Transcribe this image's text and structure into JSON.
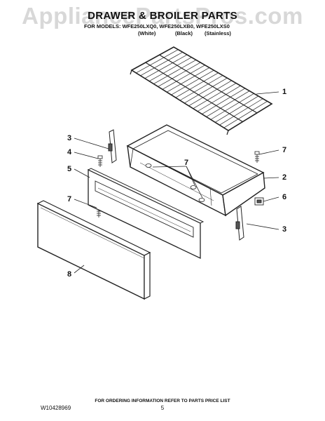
{
  "watermark": "AppliancePartsPros.com",
  "header": {
    "title": "DRAWER & BROILER PARTS",
    "models": "FOR MODELS: WFE250LXQ0, WFE250LXB0, WFE250LXS0",
    "colors": [
      "(White)",
      "(Black)",
      "(Stainless)"
    ]
  },
  "callouts": [
    "1",
    "2",
    "3",
    "3",
    "4",
    "5",
    "6",
    "7",
    "7",
    "7",
    "8"
  ],
  "footer": {
    "ordering_note": "FOR ORDERING INFORMATION REFER TO PARTS PRICE LIST",
    "document_number": "W10428969",
    "page_number": "5"
  }
}
